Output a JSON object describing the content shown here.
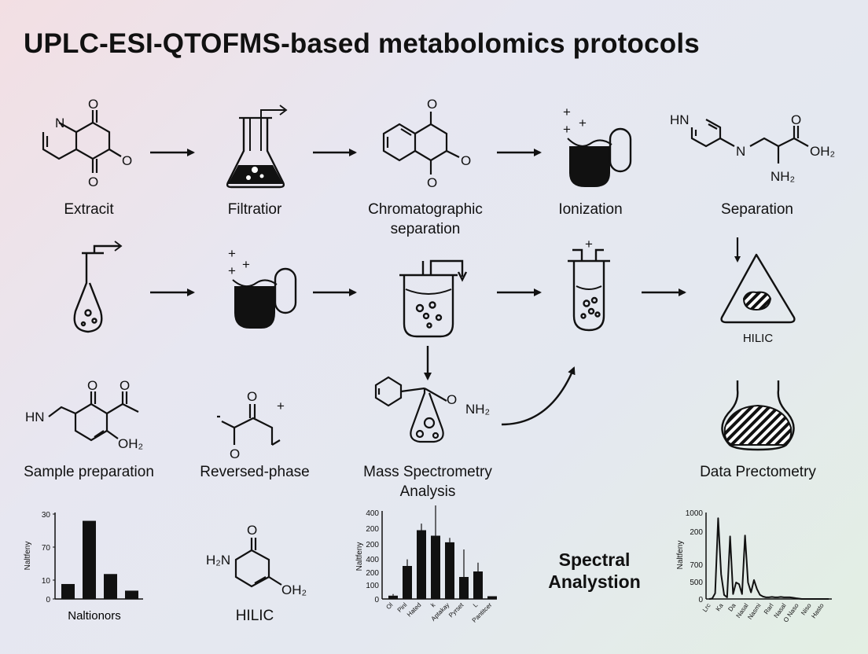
{
  "title": "UPLC-ESI-QTOFMS-based metabolomics protocols",
  "row1_labels": {
    "extract": "Extracit",
    "filtration": "Filtratior",
    "chromatographic": [
      "Chromatographic",
      "separation"
    ],
    "ionization": "Ionization",
    "separation": "Separation"
  },
  "row2_labels": {
    "hilic": "HILIC"
  },
  "row3_labels": {
    "sample_preparation": "Sample preparation",
    "reversed_phase": "Reversed-phase",
    "mass_spec": [
      "Mass Spectrometry",
      "Analysis"
    ],
    "data_prectometry": "Data Prectometry"
  },
  "row4_labels": {
    "hilic_bottom": "HILIC",
    "spectral": [
      "Spectral",
      "Analystion"
    ]
  },
  "chem_text": {
    "o": "O",
    "n": "N",
    "hn": "HN",
    "oh2": "OH₂",
    "nh2": "NH₂",
    "h2n": "H₂N",
    "o_nh2": "O",
    "nh2_2": "NH₂"
  },
  "chart_data": [
    {
      "type": "bar",
      "ylabel": "Naltfeny",
      "xlabel": "Naltionors",
      "yticks": [
        "30",
        "70",
        "10",
        "0"
      ],
      "values": [
        9,
        47,
        15,
        5
      ],
      "ylim": [
        0,
        52
      ]
    },
    {
      "type": "bar",
      "ylabel": "Naltfeny",
      "yticks": [
        "400",
        "200",
        "200",
        "400",
        "200",
        "100",
        "0"
      ],
      "categories": [
        "Ol",
        "Pinl",
        "Hated",
        "k",
        "Aptakay",
        "Pyrset",
        "L",
        "Pantitcer"
      ],
      "values": [
        6,
        60,
        125,
        115,
        103,
        40,
        50,
        5
      ],
      "errors": [
        3,
        12,
        12,
        55,
        8,
        50,
        16,
        0
      ],
      "ylim": [
        0,
        160
      ]
    },
    {
      "type": "line",
      "ylabel": "Naltfeny",
      "yticks": [
        "1000",
        "200",
        "700",
        "500",
        "0"
      ],
      "categories": [
        "Lrc",
        "Ka",
        "Da",
        "Nasal",
        "Nasmi",
        "Rarl",
        "Nasal",
        "O Naso",
        "Niso",
        "Hasto"
      ],
      "x": [
        0,
        1,
        2,
        3,
        4,
        5,
        6,
        7,
        8,
        9,
        10,
        11,
        12,
        13,
        14,
        15,
        16,
        17,
        18,
        19,
        20,
        21,
        22,
        23,
        24,
        25,
        26,
        27,
        28,
        29,
        30,
        31,
        32,
        33,
        34,
        35,
        36,
        37,
        38,
        39,
        40
      ],
      "y": [
        0,
        5,
        70,
        980,
        300,
        50,
        20,
        760,
        60,
        200,
        180,
        60,
        770,
        200,
        80,
        230,
        120,
        50,
        30,
        20,
        20,
        25,
        20,
        20,
        25,
        20,
        20,
        20,
        15,
        10,
        5,
        0,
        0,
        0,
        0,
        0,
        0,
        0,
        0,
        0,
        0
      ],
      "ylim": [
        0,
        1050
      ]
    }
  ]
}
